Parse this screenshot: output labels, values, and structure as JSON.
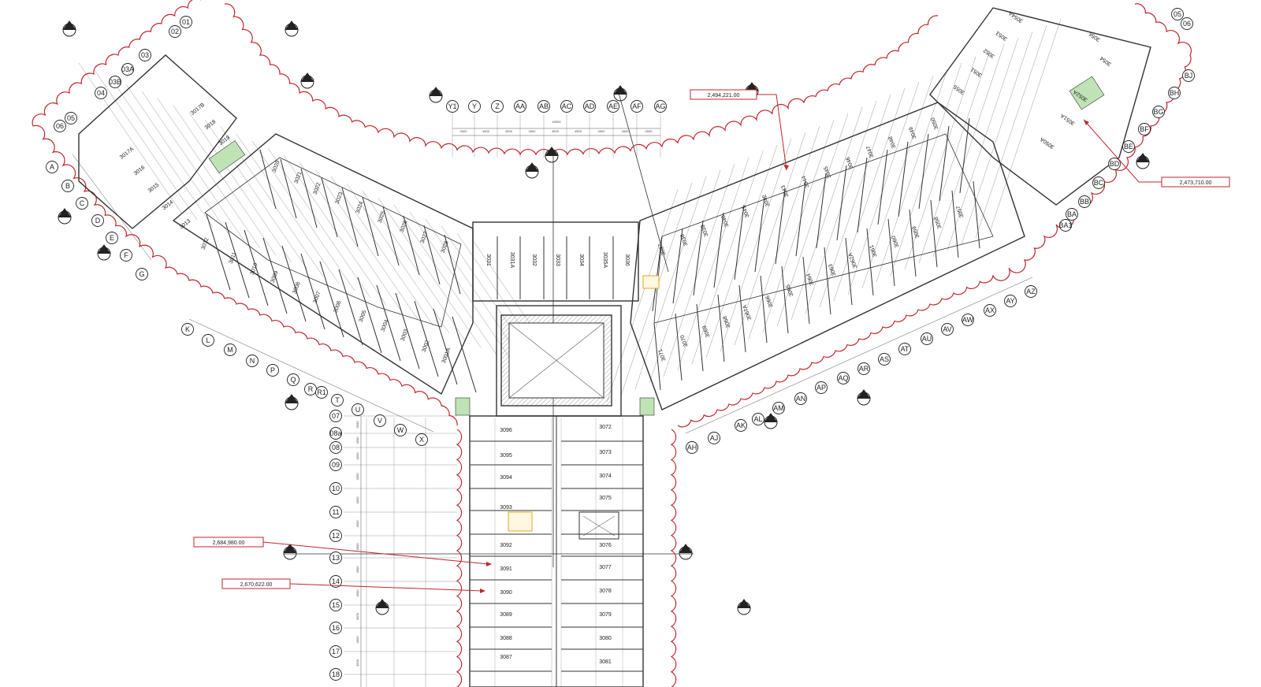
{
  "drawing": {
    "colors": {
      "linework": "#333333",
      "gridline": "#9a9a9a",
      "cloud": "#c0262d",
      "callout": "#c0262d",
      "stair_fill": "#bfe3b4",
      "lift_fill": "#f2d27a"
    }
  },
  "callouts": [
    {
      "id": "callout-top-center",
      "value": "2,494,221.00"
    },
    {
      "id": "callout-right",
      "value": "2,473,710.00"
    },
    {
      "id": "callout-lower-a",
      "value": "2,684,980.00"
    },
    {
      "id": "callout-lower-b",
      "value": "2,670,622.00"
    }
  ],
  "grid_lines": {
    "top_columns": [
      "Y1",
      "Y",
      "Z",
      "AA",
      "AB",
      "AC",
      "AD",
      "AE",
      "AF",
      "AG"
    ],
    "top_spacings": [
      "4500",
      "4500",
      "4500",
      "4500",
      "4500",
      "4500",
      "4500",
      "4500",
      "4500"
    ],
    "top_overall": "40500",
    "left_wing_outer": [
      "A",
      "B",
      "C",
      "D",
      "E",
      "F",
      "G"
    ],
    "left_wing_end": [
      "01",
      "02",
      "03",
      "03A",
      "03B",
      "04",
      "05",
      "06"
    ],
    "left_wing_bottom": [
      "K",
      "L",
      "M",
      "N",
      "P",
      "Q",
      "R",
      "R1",
      "T",
      "U",
      "V",
      "W",
      "X"
    ],
    "right_wing_end": [
      "05",
      "06"
    ],
    "right_wing_outer": [
      "BJ",
      "BH",
      "BG",
      "BF",
      "BE",
      "BD",
      "BC",
      "BB",
      "BA",
      "BA1"
    ],
    "right_wing_bottom": [
      "AZ",
      "AY",
      "AX",
      "AW",
      "AV",
      "AU",
      "AT",
      "AS",
      "AR",
      "AQ",
      "AP",
      "AN",
      "AM",
      "AL",
      "AK",
      "AJ",
      "AH"
    ],
    "stem_rows": [
      "07",
      "08a",
      "08",
      "09",
      "10",
      "11",
      "12",
      "13",
      "14",
      "15",
      "16",
      "17",
      "18"
    ],
    "stem_spacing": "4500"
  },
  "rooms": {
    "left_wing_outer": [
      "3012",
      "3011",
      "3010",
      "3009",
      "3008",
      "3007",
      "3006",
      "3005",
      "3004",
      "3003",
      "3002",
      "3001A"
    ],
    "left_wing_inner": [
      "3020",
      "3021",
      "3022",
      "3023",
      "3024",
      "3025",
      "3026",
      "3027",
      "3028"
    ],
    "left_wing_end": [
      "3017A",
      "3016",
      "3015",
      "3014",
      "3013",
      "3017B",
      "3018",
      "3019"
    ],
    "core_row": [
      "3031",
      "3031A",
      "3032",
      "3033",
      "3034",
      "3035A",
      "3036"
    ],
    "right_wing_inner": [
      "3037",
      "3038",
      "3039",
      "3040",
      "3041",
      "3042",
      "3043",
      "3044",
      "3045",
      "3046",
      "3047",
      "3048",
      "3049",
      "3050"
    ],
    "right_wing_outer": [
      "3071",
      "3070",
      "3069",
      "3068",
      "3067A",
      "3066",
      "3065",
      "3064",
      "3063",
      "3062A",
      "3061",
      "3060",
      "3059",
      "3058",
      "3057"
    ],
    "right_wing_end": [
      "3054A",
      "3053",
      "3052",
      "3051",
      "3055",
      "3056",
      "3054",
      "3052A",
      "3051A",
      "3050A"
    ],
    "stem_west": [
      "3096",
      "3095",
      "3094",
      "3093",
      "3092",
      "3091",
      "3090",
      "3089",
      "3088",
      "3087"
    ],
    "stem_east": [
      "3072",
      "3073",
      "3074",
      "3075",
      "3076",
      "3077",
      "3078",
      "3079",
      "3080",
      "3081"
    ]
  }
}
